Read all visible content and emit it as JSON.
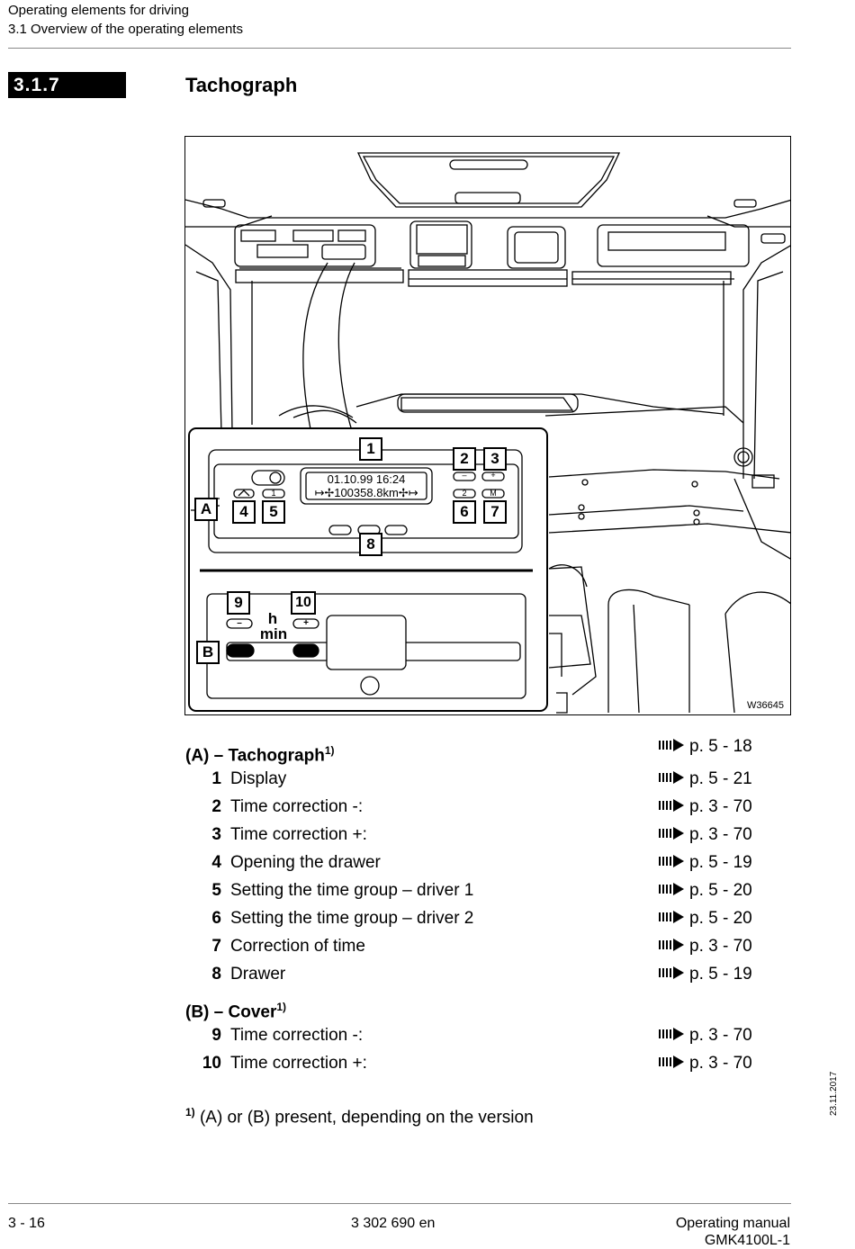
{
  "header": {
    "chapter": "Operating elements for driving",
    "section": "3.1 Overview of the operating elements"
  },
  "section": {
    "number": "3.1.7",
    "title": "Tachograph"
  },
  "figure": {
    "id": "W36645",
    "display_line1": "01.10.99 16:24",
    "display_line2": "↦✢100358.8km✢↦",
    "h_label": "h",
    "min_label": "min",
    "callouts": [
      "1",
      "2",
      "3",
      "4",
      "5",
      "6",
      "7",
      "8",
      "9",
      "10"
    ],
    "group_a": "A",
    "group_b": "B",
    "key_minus": "–",
    "key_plus": "+",
    "key_1": "1",
    "key_2": "2",
    "key_m": "M"
  },
  "groups": [
    {
      "label": "(A) – Tachograph",
      "sup": "1)",
      "ref": "p. 5 - 18"
    },
    {
      "label": "(B) – Cover",
      "sup": "1)",
      "ref": ""
    }
  ],
  "items": [
    {
      "num": "1",
      "label": "Display",
      "ref": "p. 5 - 21"
    },
    {
      "num": "2",
      "label": "Time correction -:",
      "ref": "p. 3 - 70"
    },
    {
      "num": "3",
      "label": "Time correction +:",
      "ref": "p. 3 - 70"
    },
    {
      "num": "4",
      "label": "Opening the drawer",
      "ref": "p. 5 - 19"
    },
    {
      "num": "5",
      "label": "Setting the time group – driver 1",
      "ref": "p. 5 - 20"
    },
    {
      "num": "6",
      "label": "Setting the time group – driver 2",
      "ref": "p. 5 - 20"
    },
    {
      "num": "7",
      "label": "Correction of time",
      "ref": "p. 3 - 70"
    },
    {
      "num": "8",
      "label": "Drawer",
      "ref": "p. 5 - 19"
    },
    {
      "num": "9",
      "label": "Time correction -:",
      "ref": "p. 3 - 70"
    },
    {
      "num": "10",
      "label": "Time correction +:",
      "ref": "p. 3 - 70"
    }
  ],
  "footnote": {
    "mark": "1)",
    "text": "(A) or (B) present, depending on the version"
  },
  "side_date": "23.11.2017",
  "footer": {
    "page": "3 - 16",
    "doc_number": "3 302 690 en",
    "manual_line1": "Operating manual",
    "manual_line2": "GMK4100L-1"
  }
}
